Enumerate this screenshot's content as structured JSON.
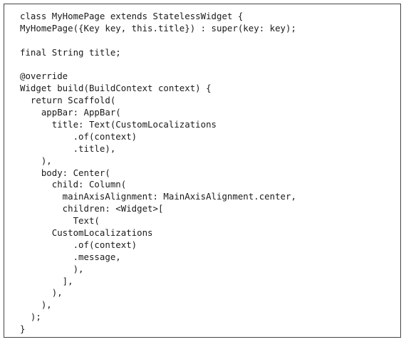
{
  "code": {
    "lines": [
      "class MyHomePage extends StatelessWidget {",
      "MyHomePage({Key key, this.title}) : super(key: key);",
      "",
      "final String title;",
      "",
      "@override",
      "Widget build(BuildContext context) {",
      "  return Scaffold(",
      "    appBar: AppBar(",
      "      title: Text(CustomLocalizations",
      "          .of(context)",
      "          .title),",
      "    ),",
      "    body: Center(",
      "      child: Column(",
      "        mainAxisAlignment: MainAxisAlignment.center,",
      "        children: <Widget>[",
      "          Text(",
      "      CustomLocalizations",
      "          .of(context)",
      "          .message,",
      "          ),",
      "        ],",
      "      ),",
      "    ),",
      "  );",
      "}"
    ]
  }
}
